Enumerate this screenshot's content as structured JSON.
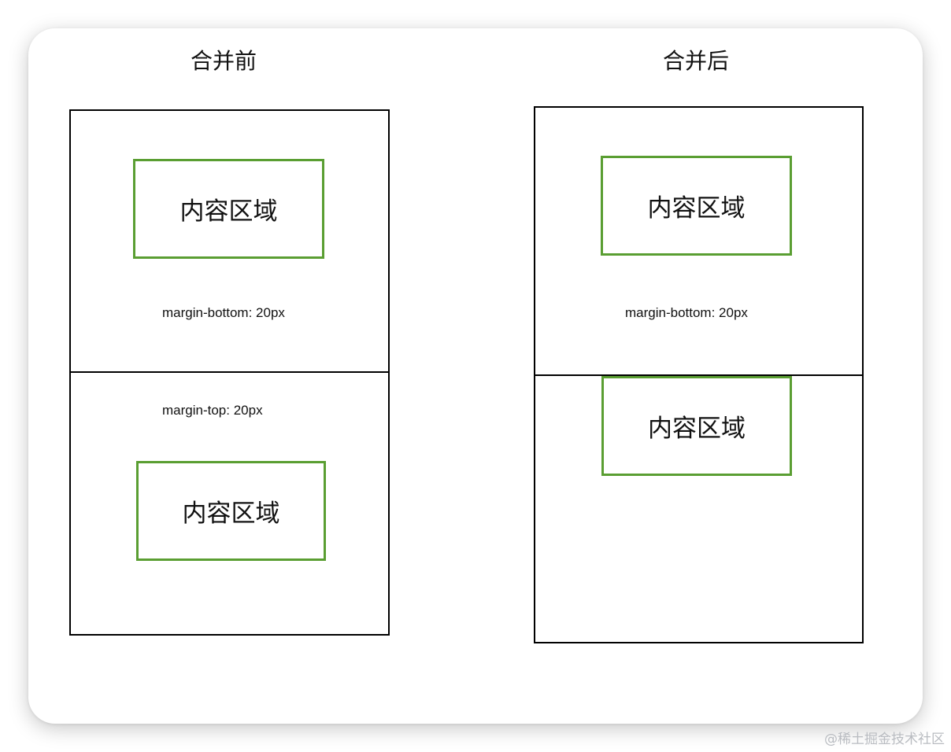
{
  "before": {
    "title": "合并前",
    "top_content": "内容区域",
    "margin_bottom_label": "margin-bottom: 20px",
    "margin_top_label": "margin-top: 20px",
    "bottom_content": "内容区域"
  },
  "after": {
    "title": "合并后",
    "top_content": "内容区域",
    "margin_bottom_label": "margin-bottom: 20px",
    "bottom_content": "内容区域"
  },
  "watermark": "@稀土掘金技术社区",
  "colors": {
    "content_border": "#5a9e32",
    "box_border": "#000000",
    "watermark": "#b9bcc1"
  }
}
